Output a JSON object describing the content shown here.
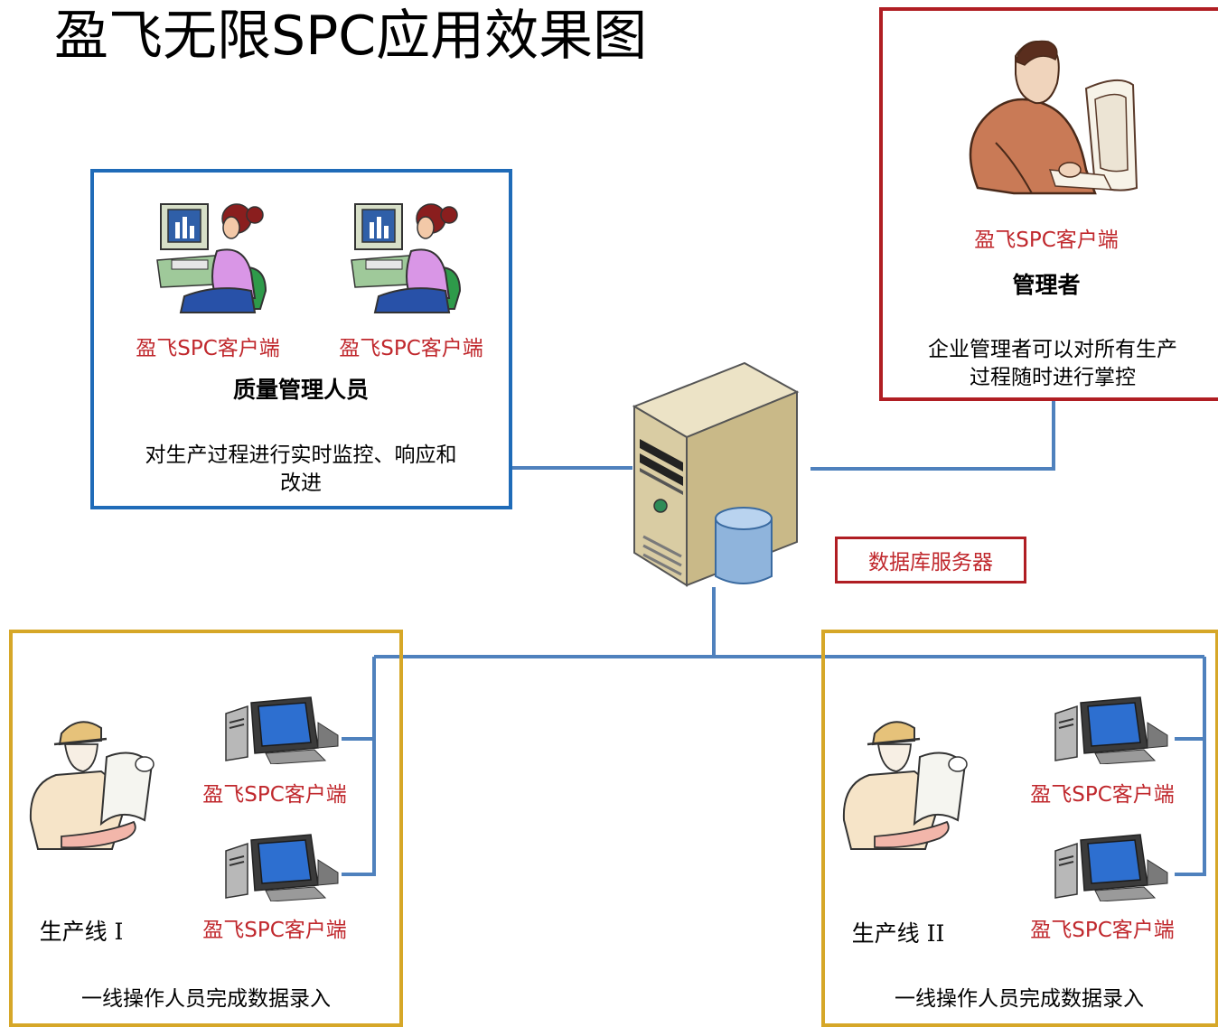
{
  "title": "盈飞无限SPC应用效果图",
  "client_label": "盈飞SPC客户端",
  "quality": {
    "client_left": "盈飞SPC客户端",
    "client_right": "盈飞SPC客户端",
    "role": "质量管理人员",
    "desc_line1": "对生产过程进行实时监控、响应和",
    "desc_line2": "改进"
  },
  "manager": {
    "client": "盈飞SPC客户端",
    "role": "管理者",
    "desc_line1": "企业管理者可以对所有生产",
    "desc_line2": "过程随时进行掌控"
  },
  "server": {
    "label": "数据库服务器"
  },
  "line1": {
    "client_top": "盈飞SPC客户端",
    "client_bottom": "盈飞SPC客户端",
    "name": "生产线 I",
    "desc": "一线操作人员完成数据录入"
  },
  "line2": {
    "client_top": "盈飞SPC客户端",
    "client_bottom": "盈飞SPC客户端",
    "name": "生产线 II",
    "desc": "一线操作人员完成数据录入"
  },
  "colors": {
    "wire": "#4f81bd",
    "quality_border": "#1f6bb8",
    "manager_border": "#b01e23",
    "line_border": "#d6a728",
    "client_text": "#c0282d"
  }
}
